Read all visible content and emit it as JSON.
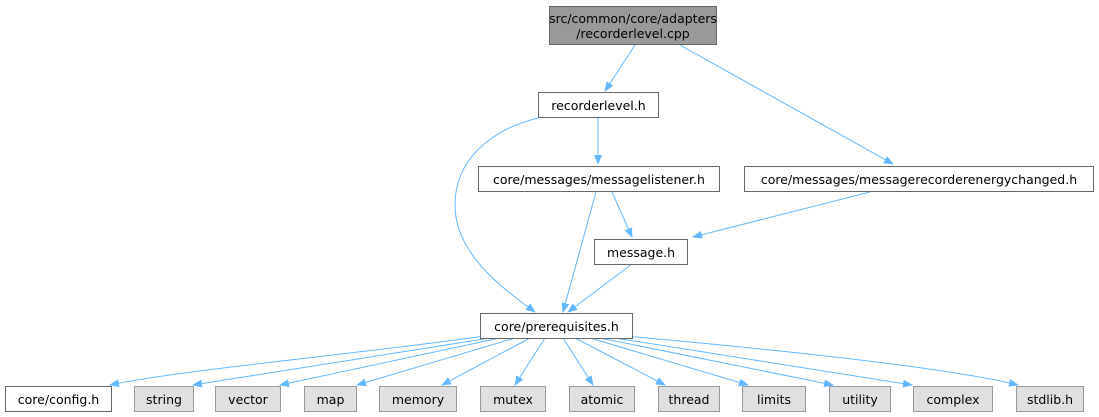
{
  "root": {
    "line1": "src/common/core/adapters",
    "line2": "/recorderlevel.cpp"
  },
  "nodes": {
    "recorderlevel_h": "recorderlevel.h",
    "messagelistener_h": "core/messages/messagelistener.h",
    "messagerecorder_h": "core/messages/messagerecorderenergychanged.h",
    "message_h": "message.h",
    "prerequisites_h": "core/prerequisites.h",
    "config_h": "core/config.h",
    "string": "string",
    "vector": "vector",
    "map": "map",
    "memory": "memory",
    "mutex": "mutex",
    "atomic": "atomic",
    "thread": "thread",
    "limits": "limits",
    "utility": "utility",
    "complex": "complex",
    "stdlib_h": "stdlib.h"
  },
  "colors": {
    "edge": "#63b8ff",
    "root_fill": "#999999",
    "system_fill": "#e0e0e0",
    "local_fill": "#ffffff"
  }
}
